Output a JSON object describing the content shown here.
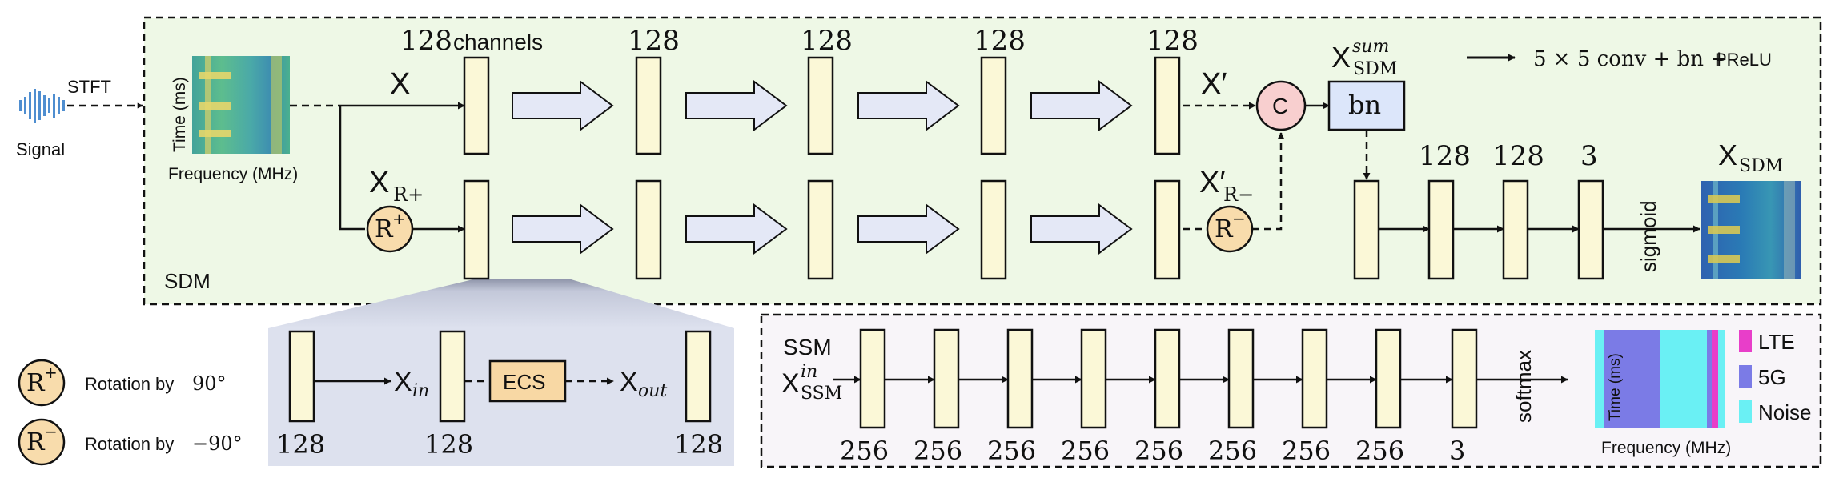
{
  "input": {
    "signal_label": "Signal",
    "stft_label": "STFT",
    "spectrogram_y_axis": "Time (ms)",
    "spectrogram_x_axis": "Frequency (MHz)"
  },
  "sdm": {
    "panel_label": "SDM",
    "top_branch_input": "X",
    "top_first_channels_number": "128",
    "top_first_channels_word": "channels",
    "top_channel_labels": [
      "128",
      "128",
      "128",
      "128"
    ],
    "bottom_branch_input_base": "X",
    "bottom_branch_input_sub": "R+",
    "top_output_label": "X′",
    "bottom_output_base": "X′",
    "bottom_output_sub": "R−",
    "concat_symbol": "C",
    "bn_label": "bn",
    "sum_label_base": "X",
    "sum_label_sup": "sum",
    "sum_label_sub": "SDM",
    "head_channel_labels": [
      "128",
      "128",
      "3"
    ],
    "sigmoid_label": "sigmoid",
    "output_label_base": "X",
    "output_label_sub": "SDM"
  },
  "legend": {
    "conv_prefix": "5 × 5 conv + bn + ",
    "conv_suffix": "PReLU",
    "rotation_pos_symbol_base": "R",
    "rotation_pos_symbol_sup": "+",
    "rotation_pos_text": "Rotation by ",
    "rotation_pos_angle": "90°",
    "rotation_neg_symbol_base": "R",
    "rotation_neg_symbol_sup": "−",
    "rotation_neg_text": "Rotation by ",
    "rotation_neg_angle": "−90°"
  },
  "ecs_detail": {
    "ecs_label": "ECS",
    "input_base": "X",
    "input_sub": "in",
    "output_base": "X",
    "output_sub": "out",
    "channel_labels": [
      "128",
      "128",
      "128"
    ]
  },
  "ssm": {
    "panel_label": "SSM",
    "input_base": "X",
    "input_sup": "in",
    "input_sub": "SSM",
    "channel_labels": [
      "256",
      "256",
      "256",
      "256",
      "256",
      "256",
      "256",
      "256",
      "3"
    ],
    "softmax_label": "softmax",
    "output_y_axis": "Time (ms)",
    "output_x_axis": "Frequency (MHz)",
    "classes": [
      {
        "name": "LTE",
        "color": "#e83ec9"
      },
      {
        "name": "5G",
        "color": "#7b7be6"
      },
      {
        "name": "Noise",
        "color": "#6af0f4"
      }
    ]
  },
  "colors": {
    "sdm_panel_bg": "#eef8e6",
    "ssm_panel_bg": "#f8f5f9",
    "block_fill": "#fbf8d7",
    "arrow_fill": "#e4e8f6",
    "rotation_fill": "#f8dcac",
    "concat_fill": "#f8cfcf",
    "bn_fill": "#dce6fa",
    "ecs_fill": "#f8d8a4",
    "ecs_panel_bg": "#dde1ee"
  }
}
